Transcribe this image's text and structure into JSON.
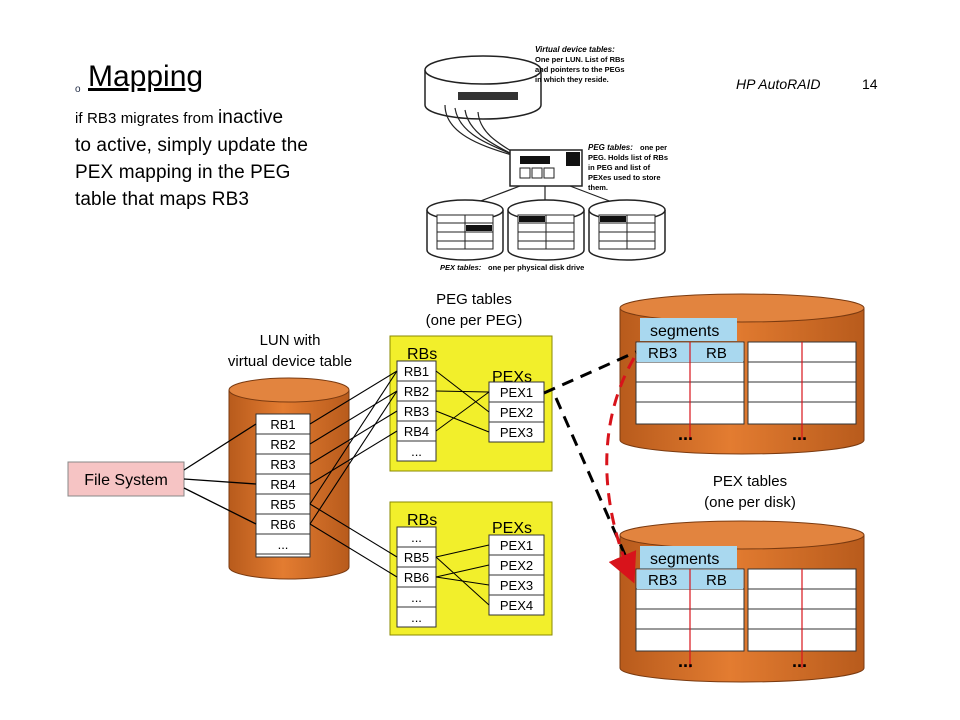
{
  "slide": {
    "bullet": "o",
    "title": "Mapping",
    "header_right": "HP AutoRAID",
    "page_number": "14",
    "body_small": "if RB3 migrates from ",
    "body_rest_1": "inactive",
    "body_rest_2": "to active, simply update the",
    "body_rest_3": "PEX mapping in the PEG",
    "body_rest_4": "table that maps RB3"
  },
  "scan": {
    "vdt_label_title": "Virtual device tables:",
    "vdt_label_body_1": "One per LUN. List of RBs",
    "vdt_label_body_2": "and pointers to the PEGs",
    "vdt_label_body_3": "in which they reside.",
    "peg_label_title": "PEG tables:",
    "peg_label_body_1": "one per",
    "peg_label_body_2": "PEG. Holds list of RBs",
    "peg_label_body_3": "in PEG and list of",
    "peg_label_body_4": "PEXes used to store",
    "peg_label_body_5": "them.",
    "pex_label_title": "PEX tables:",
    "pex_label_body": "one per physical disk drive"
  },
  "diagram": {
    "lun_label_1": "LUN with",
    "lun_label_2": "virtual device table",
    "peg_label_1": "PEG tables",
    "peg_label_2": "(one per PEG)",
    "file_system": "File System",
    "lun_rows": [
      "RB1",
      "RB2",
      "RB3",
      "RB4",
      "RB5",
      "RB6",
      "..."
    ],
    "peg1_rbs_title": "RBs",
    "peg1_rbs": [
      "RB1",
      "RB2",
      "RB3",
      "RB4",
      "..."
    ],
    "peg1_pex_title": "PEXs",
    "peg1_pexs": [
      "PEX1",
      "PEX2",
      "PEX3"
    ],
    "peg2_rbs_title": "RBs",
    "peg2_rbs": [
      "...",
      "RB5",
      "RB6",
      "...",
      "..."
    ],
    "peg2_pex_title": "PEXs",
    "peg2_pexs": [
      "PEX1",
      "PEX2",
      "PEX3",
      "PEX4"
    ],
    "pex_tables_1": "PEX tables",
    "pex_tables_2": "(one per disk)",
    "disk1_segments": "segments",
    "disk1_row1_a": "RB3",
    "disk1_row1_b": "RB",
    "disk1_dots_a": "...",
    "disk1_dots_b": "...",
    "disk2_segments": "segments",
    "disk2_row1_a": "RB3",
    "disk2_row1_b": "RB",
    "disk2_dots_a": "...",
    "disk2_dots_b": "..."
  },
  "colors": {
    "cylinder": "#d9712a",
    "peg_fill": "#f2ef2b",
    "segments_fill": "#a9d8ef",
    "file_system_fill": "#f6c4c4",
    "red_line": "#d8131b"
  }
}
